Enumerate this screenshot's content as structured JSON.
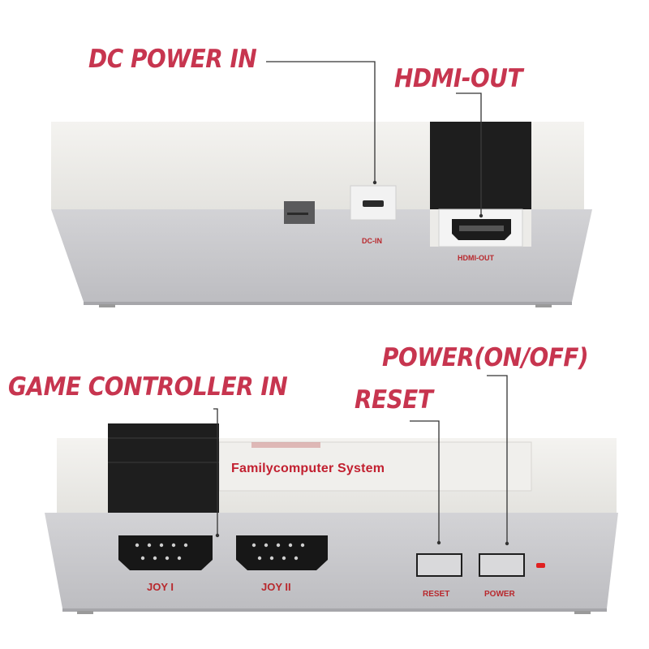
{
  "callouts": {
    "dc_power_in": "DC POWER IN",
    "hdmi_out": "HDMI-OUT",
    "game_controller_in": "GAME CONTROLLER IN",
    "reset": "RESET",
    "power": "POWER(ON/OFF)"
  },
  "back_panel": {
    "dc_in_label": "DC-IN",
    "hdmi_out_label": "HDMI-OUT"
  },
  "front_panel": {
    "brand_text": "Familycomputer  System",
    "joy1_label": "JOY I",
    "joy2_label": "JOY II",
    "reset_label": "RESET",
    "power_label": "POWER"
  },
  "colors": {
    "callout_text": "#c7354f",
    "label_text": "#b8282d",
    "body_top": "#ebeae6",
    "body_panel": "#c9c9cb",
    "black_part": "#1c1c1c",
    "led": "#e02020"
  }
}
